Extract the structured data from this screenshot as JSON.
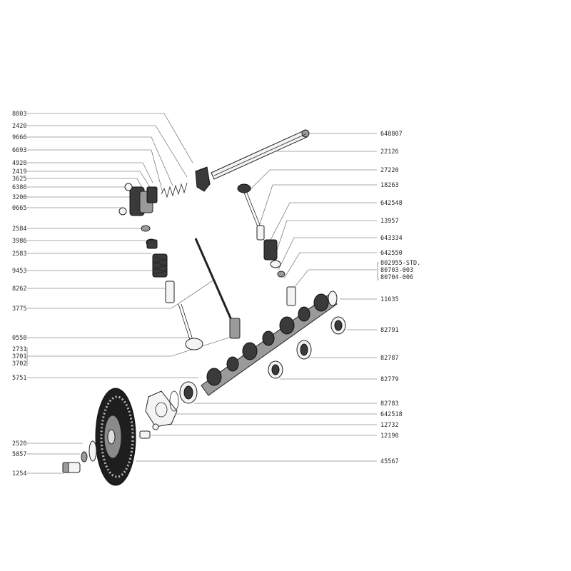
{
  "labels_left": [
    {
      "id": "l1",
      "text": "8803"
    },
    {
      "id": "l2",
      "text": "2420"
    },
    {
      "id": "l3",
      "text": "9666"
    },
    {
      "id": "l4",
      "text": "6693"
    },
    {
      "id": "l5",
      "text": "4920"
    },
    {
      "id": "l6",
      "text": "2419"
    },
    {
      "id": "l7",
      "text": "3625"
    },
    {
      "id": "l8",
      "text": "6386"
    },
    {
      "id": "l9",
      "text": "3200"
    },
    {
      "id": "l10",
      "text": "0665"
    },
    {
      "id": "l11",
      "text": "2584"
    },
    {
      "id": "l12",
      "text": "3986"
    },
    {
      "id": "l13",
      "text": "2583"
    },
    {
      "id": "l14",
      "text": "9453"
    },
    {
      "id": "l15",
      "text": "8262"
    },
    {
      "id": "l16",
      "text": "3775"
    },
    {
      "id": "l17",
      "text": "0558"
    },
    {
      "id": "l18",
      "text": "2731"
    },
    {
      "id": "l19",
      "text": "3701"
    },
    {
      "id": "l20",
      "text": "3702"
    },
    {
      "id": "l21",
      "text": "5751"
    },
    {
      "id": "l22",
      "text": "2520"
    },
    {
      "id": "l23",
      "text": "5857"
    },
    {
      "id": "l24",
      "text": "1254"
    }
  ],
  "labels_right": [
    {
      "id": "r1",
      "text": "648807"
    },
    {
      "id": "r2",
      "text": "22126"
    },
    {
      "id": "r3",
      "text": "27220"
    },
    {
      "id": "r4",
      "text": "18263"
    },
    {
      "id": "r5",
      "text": "642548"
    },
    {
      "id": "r6",
      "text": "13957"
    },
    {
      "id": "r7",
      "text": "643334"
    },
    {
      "id": "r8",
      "text": "642550"
    },
    {
      "id": "r9",
      "text": "802955-STD."
    },
    {
      "id": "r10",
      "text": "80703-003"
    },
    {
      "id": "r11",
      "text": "80704-006"
    },
    {
      "id": "r12",
      "text": "11635"
    },
    {
      "id": "r13",
      "text": "82791"
    },
    {
      "id": "r14",
      "text": "82787"
    },
    {
      "id": "r15",
      "text": "82779"
    },
    {
      "id": "r16",
      "text": "82783"
    },
    {
      "id": "r17",
      "text": "642518"
    },
    {
      "id": "r18",
      "text": "12732"
    },
    {
      "id": "r19",
      "text": "12190"
    },
    {
      "id": "r20",
      "text": "45567"
    }
  ]
}
